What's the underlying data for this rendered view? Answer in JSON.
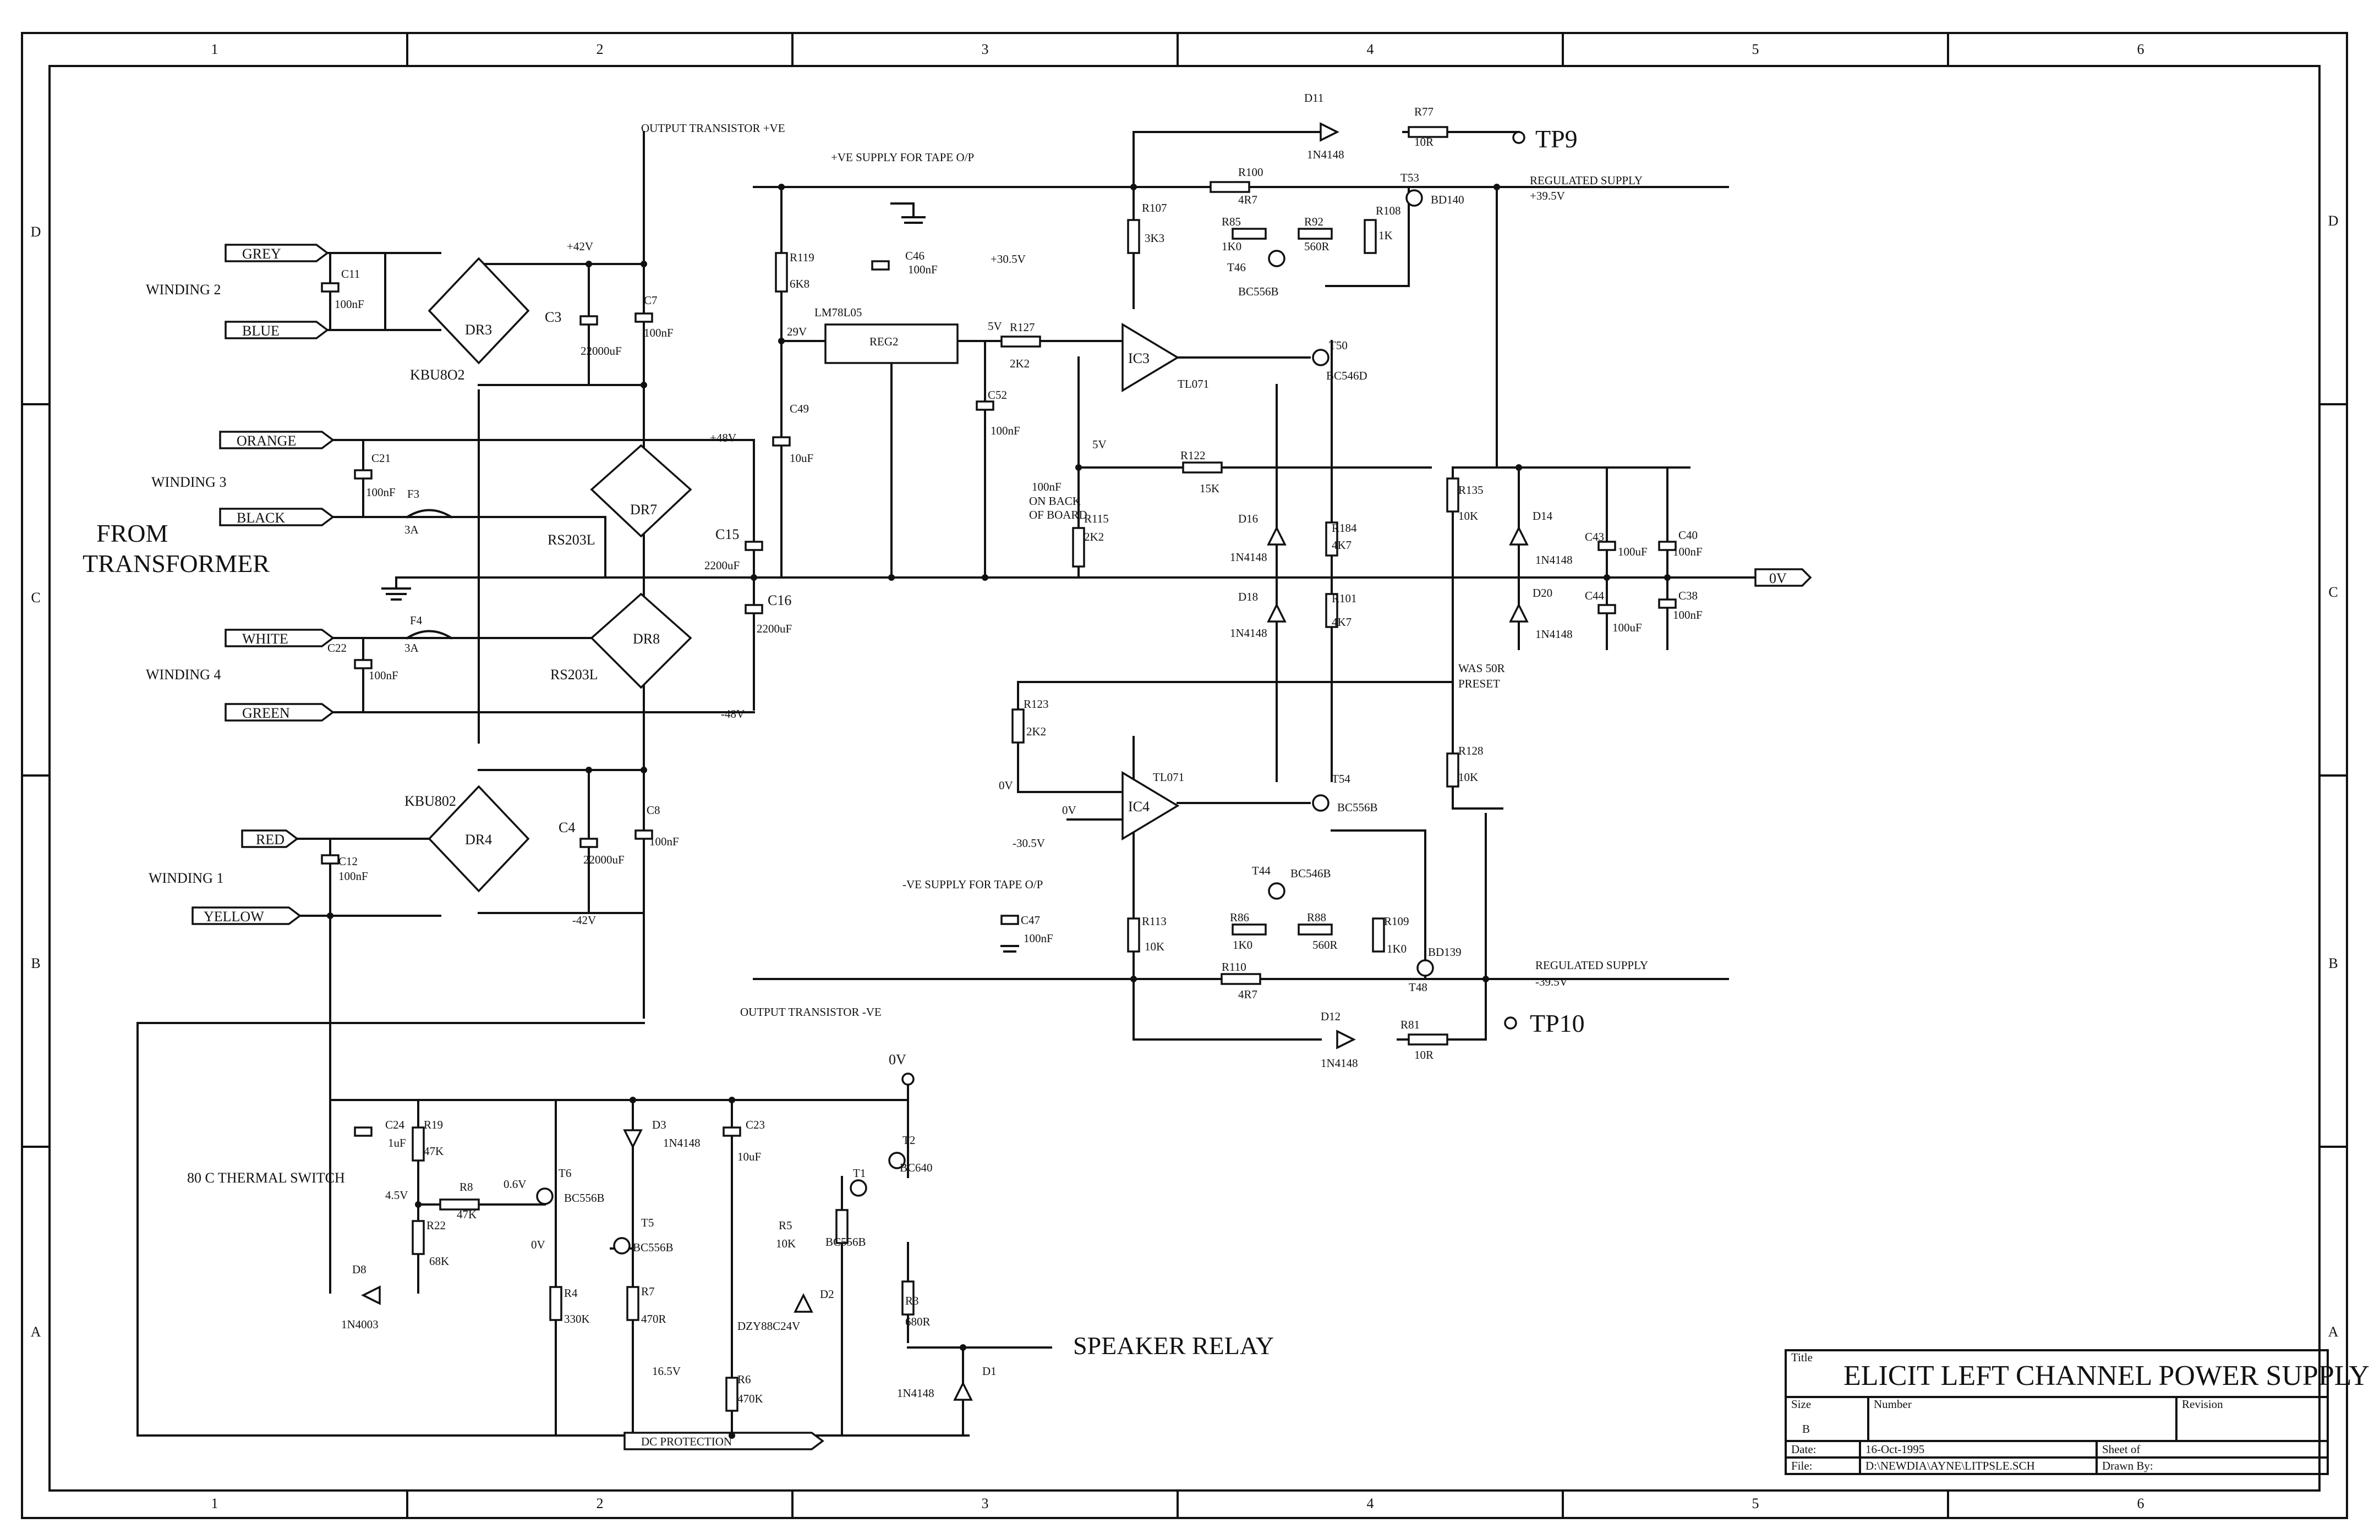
{
  "title_block": {
    "title_label": "Title",
    "title": "ELICIT LEFT CHANNEL POWER SUPPLY",
    "size_label": "Size",
    "size_value": "B",
    "number_label": "Number",
    "revision_label": "Revision",
    "date_label": "Date:",
    "date_value": "16-Oct-1995",
    "sheet_label": "Sheet    of",
    "file_label": "File:",
    "file_value": "D:\\NEWDIA\\AYNE\\LITPSLE.SCH",
    "drawn_by_label": "Drawn By:"
  },
  "grid": {
    "columns": [
      "1",
      "2",
      "3",
      "4",
      "5",
      "6"
    ],
    "rows": [
      "D",
      "C",
      "B",
      "A"
    ]
  },
  "captions": {
    "from_transformer_1": "FROM",
    "from_transformer_2": "TRANSFORMER",
    "winding_2": "WINDING 2",
    "winding_3": "WINDING 3",
    "winding_4": "WINDING 4",
    "winding_1": "WINDING 1",
    "output_transistor_pos": "OUTPUT TRANSISTOR +VE",
    "output_transistor_neg": "OUTPUT TRANSISTOR -VE",
    "pos_supply_tape": "+VE SUPPLY FOR TAPE O/P",
    "neg_supply_tape": "-VE SUPPLY FOR TAPE O/P",
    "regulated_supply_pos": "REGULATED SUPPLY",
    "regulated_supply_pos_v": "+39.5V",
    "regulated_supply_neg": "REGULATED SUPPLY",
    "regulated_supply_neg_v": "-39.5V",
    "tp9": "TP9",
    "tp10": "TP10",
    "speaker_relay": "SPEAKER RELAY",
    "dc_protection": "DC PROTECTION",
    "zero_v_flag": "0V",
    "thermal_switch": "80 C THERMAL SWITCH",
    "was_50r_1": "WAS 50R",
    "was_50r_2": "PRESET",
    "back_of_board_1": "100nF",
    "back_of_board_2": "ON BACK",
    "back_of_board_3": "OF BOARD"
  },
  "wire_labels": {
    "grey": "GREY",
    "blue": "BLUE",
    "orange": "ORANGE",
    "black": "BLACK",
    "white": "WHITE",
    "green": "GREEN",
    "red": "RED",
    "yellow": "YELLOW"
  },
  "voltages": {
    "v_p42": "+42V",
    "v_p48": "+48V",
    "v_m48": "-48V",
    "v_m42": "-42V",
    "v_29": "29V",
    "v_5a": "5V",
    "v_5b": "5V",
    "v_p305": "+30.5V",
    "v_m305": "-30.5V",
    "v_0a": "0V",
    "v_0b": "0V",
    "v_0c": "0V",
    "v_0d": "0V",
    "v_06": "0.6V",
    "v_45": "4.5V",
    "v_165": "16.5V"
  },
  "components": {
    "C11": [
      "C11",
      "100nF"
    ],
    "C3": [
      "C3",
      "22000uF"
    ],
    "C7": [
      "C7",
      "100nF"
    ],
    "DR3": [
      "DR3",
      "KBU8O2"
    ],
    "C21": [
      "C21",
      "100nF"
    ],
    "F3": [
      "F3",
      "3A"
    ],
    "DR7": [
      "DR7",
      "RS203L"
    ],
    "C15": [
      "C15",
      "2200uF"
    ],
    "C16": [
      "C16",
      "2200uF"
    ],
    "C22": [
      "C22",
      "100nF"
    ],
    "F4": [
      "F4",
      "3A"
    ],
    "DR8": [
      "DR8",
      "RS203L"
    ],
    "DR4": [
      "DR4",
      "KBU802"
    ],
    "C4": [
      "C4",
      "22000uF"
    ],
    "C8": [
      "C8",
      "100nF"
    ],
    "C12": [
      "C12",
      "100nF"
    ],
    "R119": [
      "R119",
      "6K8"
    ],
    "C49": [
      "C49",
      "10uF"
    ],
    "C46": [
      "C46",
      "100nF"
    ],
    "REG2": [
      "LM78L05",
      "REG2"
    ],
    "R127": [
      "R127",
      "2K2"
    ],
    "C52": [
      "C52",
      "100nF"
    ],
    "R115": [
      "R115",
      "2K2"
    ],
    "IC3": [
      "IC3",
      "TL071"
    ],
    "R107": [
      "R107",
      "3K3"
    ],
    "R100": [
      "R100",
      "4R7"
    ],
    "R85": [
      "R85",
      "1K0"
    ],
    "R92": [
      "R92",
      "560R"
    ],
    "T46": [
      "T46",
      "BC556B"
    ],
    "R108": [
      "R108",
      "1K"
    ],
    "T53": [
      "T53",
      "BD140"
    ],
    "D11": [
      "D11",
      "1N4148"
    ],
    "R77": [
      "R77",
      "10R"
    ],
    "T50": [
      "T50",
      "BC546D"
    ],
    "R122": [
      "R122",
      "15K"
    ],
    "D16": [
      "D16",
      "1N4148"
    ],
    "D18": [
      "D18",
      "1N4148"
    ],
    "R184": [
      "R184",
      "4K7"
    ],
    "R101": [
      "R101",
      "4K7"
    ],
    "R135": [
      "R135",
      "10K"
    ],
    "D14": [
      "D14",
      "1N4148"
    ],
    "D20": [
      "D20",
      "1N4148"
    ],
    "C43": [
      "C43",
      "100uF"
    ],
    "C40": [
      "C40",
      "100nF"
    ],
    "C44": [
      "C44",
      "100uF"
    ],
    "C38": [
      "C38",
      "100nF"
    ],
    "R123": [
      "R123",
      "2K2"
    ],
    "IC4": [
      "IC4",
      "TL071"
    ],
    "T54": [
      "T54",
      "BC556B"
    ],
    "R128": [
      "R128",
      "10K"
    ],
    "C47": [
      "C47",
      "100nF"
    ],
    "R113": [
      "R113",
      "10K"
    ],
    "T44": [
      "T44",
      "BC546B"
    ],
    "R86": [
      "R86",
      "1K0"
    ],
    "R88": [
      "R88",
      "560R"
    ],
    "R109": [
      "R109",
      "1K0"
    ],
    "R110": [
      "R110",
      "4R7"
    ],
    "T48": [
      "T48",
      "BD139"
    ],
    "D12": [
      "D12",
      "1N4148"
    ],
    "R81": [
      "R81",
      "10R"
    ],
    "C24": [
      "C24",
      "1uF"
    ],
    "R19": [
      "R19",
      "47K"
    ],
    "R8": [
      "R8",
      "47K"
    ],
    "R22": [
      "R22",
      "68K"
    ],
    "D8": [
      "D8",
      "1N4003"
    ],
    "T6": [
      "T6",
      "BC556B"
    ],
    "R4": [
      "R4",
      "330K"
    ],
    "D3": [
      "D3",
      "1N4148"
    ],
    "T5": [
      "T5",
      "BC556B"
    ],
    "R7": [
      "R7",
      "470R"
    ],
    "C23": [
      "C23",
      "10uF"
    ],
    "R6": [
      "R6",
      "470K"
    ],
    "R5": [
      "R5",
      "10K"
    ],
    "T1": [
      "T1",
      "BC556B"
    ],
    "D2": [
      "D2",
      "DZY88C24V"
    ],
    "T2": [
      "T2",
      "BC640"
    ],
    "R3": [
      "R3",
      "680R"
    ],
    "D1": [
      "D1",
      "1N4148"
    ]
  }
}
